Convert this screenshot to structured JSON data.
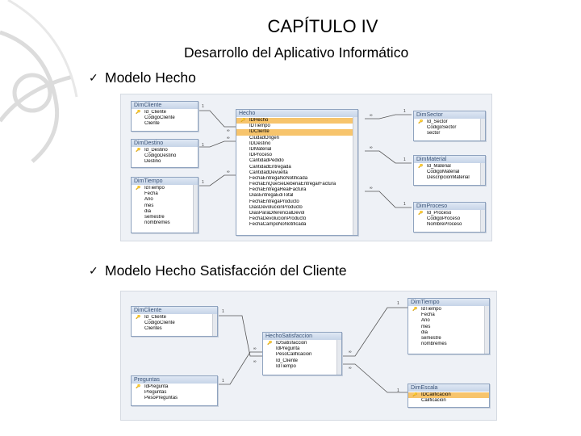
{
  "header": {
    "title": "CAPÍTULO IV",
    "subtitle": "Desarrollo del Aplicativo Informático"
  },
  "bullets": [
    {
      "icon": "checkmark-icon",
      "text": "Modelo Hecho"
    },
    {
      "icon": "checkmark-icon",
      "text": "Modelo Hecho Satisfacción del Cliente"
    }
  ],
  "diagram1": {
    "dimcliente": {
      "title": "DimCliente",
      "fields": [
        "Id_Cliente",
        "CodigoCliente",
        "Cliente"
      ]
    },
    "dimdestino": {
      "title": "DimDestino",
      "fields": [
        "Id_Destino",
        "CodigoDestino",
        "Destino"
      ]
    },
    "dimtiempo": {
      "title": "DimTiempo",
      "fields": [
        "IdTiempo",
        "Fecha",
        "Año",
        "mes",
        "dia",
        "semestre",
        "nombremes"
      ]
    },
    "hecho": {
      "title": "Hecho",
      "fields": [
        "IDHecho",
        "IDTiempo",
        "IDCliente",
        "CiudadOrigen",
        "IDDestino",
        "IDMaterial",
        "IDProceso",
        "CantidadPedido",
        "CantidadEntregada",
        "CantidadDevuelta",
        "FechaEntregaNoNotificada",
        "FechaEnQueSeDeberiaEntregarFactura",
        "FechaEntregaRealFactura",
        "DiasEntregaEdiTotal",
        "FechaEntregaProducto",
        "DiasDevolucionProducto",
        "DiasParaDiferencialDevol",
        "FechaDevolucionProducto",
        "FechaCampoNoNotificada"
      ]
    },
    "dimsector": {
      "title": "DimSector",
      "fields": [
        "Id_Sector",
        "CodigoSector",
        "sector"
      ]
    },
    "dimmaterial": {
      "title": "DimMaterial",
      "fields": [
        "Id_Material",
        "CodigoMaterial",
        "DescripcionMaterial"
      ]
    },
    "dimproceso": {
      "title": "DimProceso",
      "fields": [
        "Id_Proceso",
        "CodigoProceso",
        "NombreProceso"
      ]
    }
  },
  "diagram2": {
    "dimcliente": {
      "title": "DimCliente",
      "fields": [
        "Id_Cliente",
        "CodigoCliente",
        "Clientes"
      ]
    },
    "preguntas": {
      "title": "Preguntas",
      "fields": [
        "IdPregunta",
        "Preguntas",
        "PesoPreguntas"
      ]
    },
    "hechosatisfaccion": {
      "title": "HechoSatisfaccion",
      "fields": [
        "IDSatisfaccion",
        "IdPregunta",
        "PesoCalificacion",
        "Id_Cliente",
        "IdTiempo"
      ]
    },
    "dimtiempo": {
      "title": "DimTiempo",
      "fields": [
        "IdTiempo",
        "Fecha",
        "Año",
        "mes",
        "dia",
        "semestre",
        "nombremes"
      ]
    },
    "dimescala": {
      "title": "DimEscala",
      "fields": [
        "IDCalificacion",
        "Calificacion"
      ]
    }
  },
  "cardinality": {
    "one": "1",
    "many": "∞"
  },
  "colors": {
    "highlight": "#f7c46c",
    "header_gradient": "#c6d4e8",
    "canvas": "#eef1f6"
  }
}
